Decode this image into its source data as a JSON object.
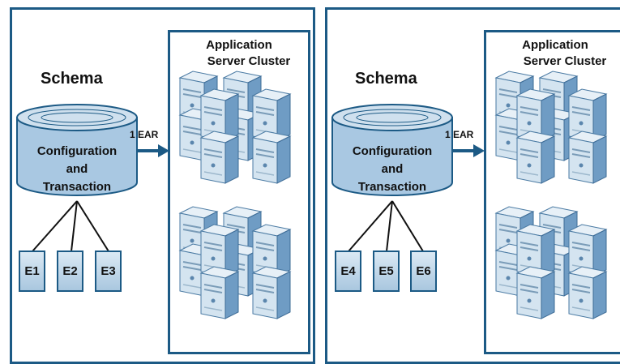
{
  "panels": [
    {
      "schema_label": "Schema",
      "cluster_title_line1": "Application",
      "cluster_title_line2": "Server Cluster",
      "ear_label": "1 EAR",
      "database": {
        "line1": "Configuration",
        "line2": "and",
        "line3": "Transaction"
      },
      "environments": [
        "E1",
        "E2",
        "E3"
      ]
    },
    {
      "schema_label": "Schema",
      "cluster_title_line1": "Application",
      "cluster_title_line2": "Server Cluster",
      "ear_label": "1 EAR",
      "database": {
        "line1": "Configuration",
        "line2": "and",
        "line3": "Transaction"
      },
      "environments": [
        "E4",
        "E5",
        "E6"
      ]
    }
  ],
  "colors": {
    "border": "#1c5a85",
    "db_fill": "#a9c8e2",
    "server_front": "#6f9cc4",
    "server_side": "#cfe0ee"
  },
  "icons": {
    "server": "server-rack-icon",
    "database": "database-cylinder-icon"
  }
}
